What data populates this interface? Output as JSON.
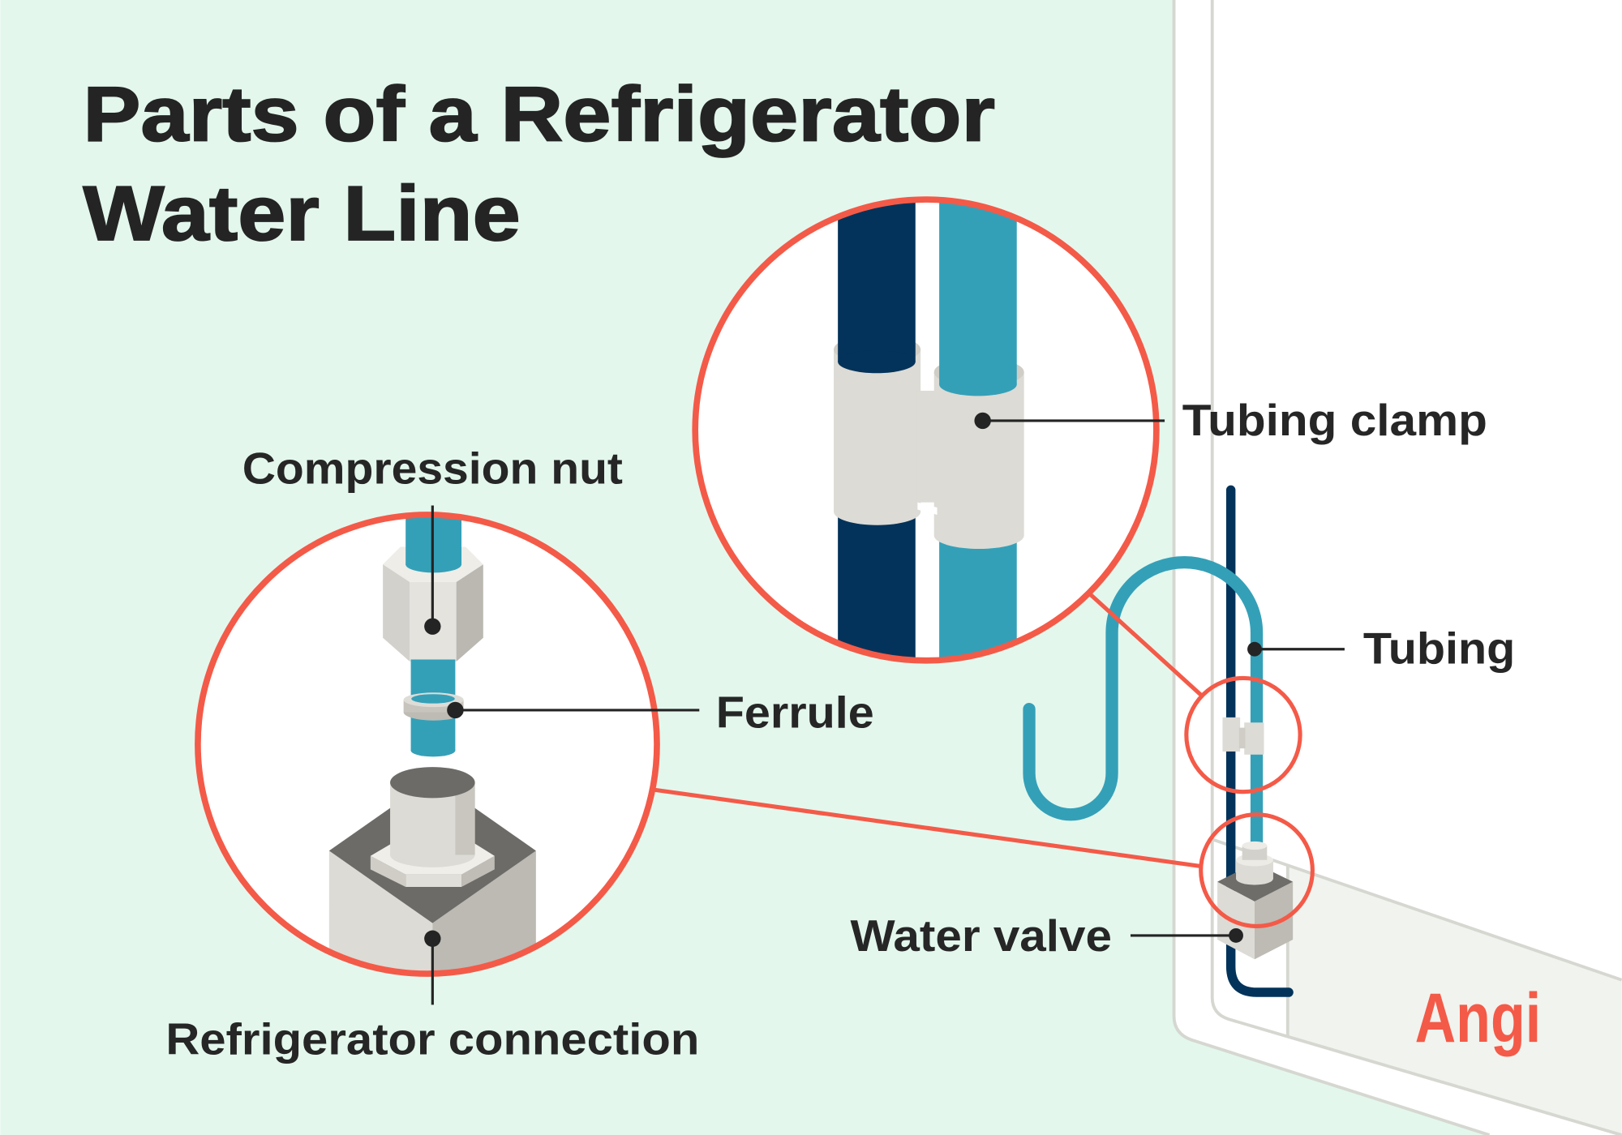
{
  "title": {
    "line1": "Parts of a Refrigerator",
    "line2": "Water Line"
  },
  "labels": {
    "compression_nut": "Compression nut",
    "ferrule": "Ferrule",
    "refrigerator_connection": "Refrigerator connection",
    "tubing_clamp": "Tubing clamp",
    "tubing": "Tubing",
    "water_valve": "Water valve"
  },
  "logo": {
    "text": "Angi"
  },
  "colors": {
    "background": "#e3f7ed",
    "accent": "#f45a48",
    "navy_pipe": "#03335a",
    "teal_tubing": "#34a0b8",
    "text": "#242424"
  }
}
